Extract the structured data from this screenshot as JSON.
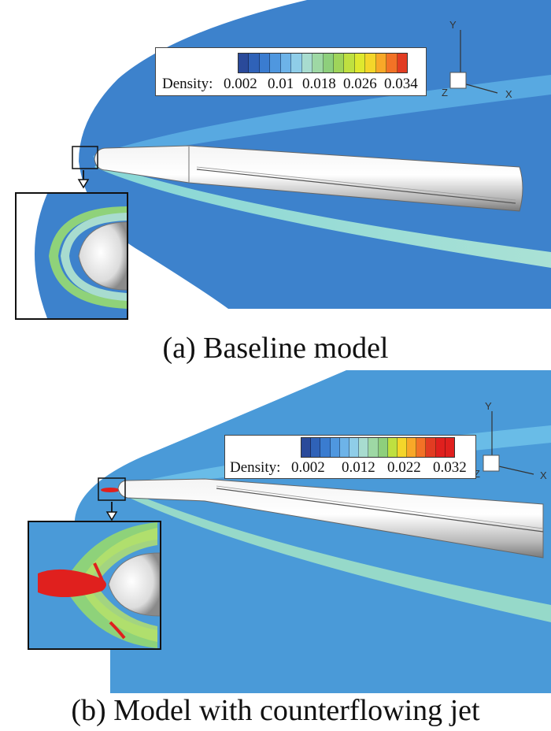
{
  "panels": [
    {
      "legend": {
        "prefix": "Density:",
        "ticks": [
          "0.002",
          "0.01",
          "0.018",
          "0.026",
          "0.034"
        ],
        "colors": [
          "#2a4a9a",
          "#2f62b8",
          "#3a7cd0",
          "#4f97df",
          "#6db3e8",
          "#8fcde8",
          "#a8dccf",
          "#9ed8a4",
          "#8ecf7c",
          "#9fd45a",
          "#bfe040",
          "#dfe82e",
          "#f4d62a",
          "#f8a828",
          "#f27226",
          "#e23c22"
        ]
      },
      "axes": {
        "y": "Y",
        "x": "X",
        "z": "Z"
      },
      "caption": "(a) Baseline model"
    },
    {
      "legend": {
        "prefix": "Density:",
        "ticks": [
          "0.002",
          "0.012",
          "0.022",
          "0.032"
        ],
        "colors": [
          "#2a4a9a",
          "#2f62b8",
          "#3a7cd0",
          "#4f97df",
          "#6db3e8",
          "#8fcde8",
          "#a8dccf",
          "#9ed8a4",
          "#8ecf7c",
          "#bfe040",
          "#f4d62a",
          "#f8a828",
          "#f27226",
          "#e23c22",
          "#e0201e",
          "#e0201e"
        ]
      },
      "axes": {
        "y": "Y",
        "x": "X",
        "z": "Z"
      },
      "caption": "(b) Model with counterflowing jet"
    }
  ]
}
